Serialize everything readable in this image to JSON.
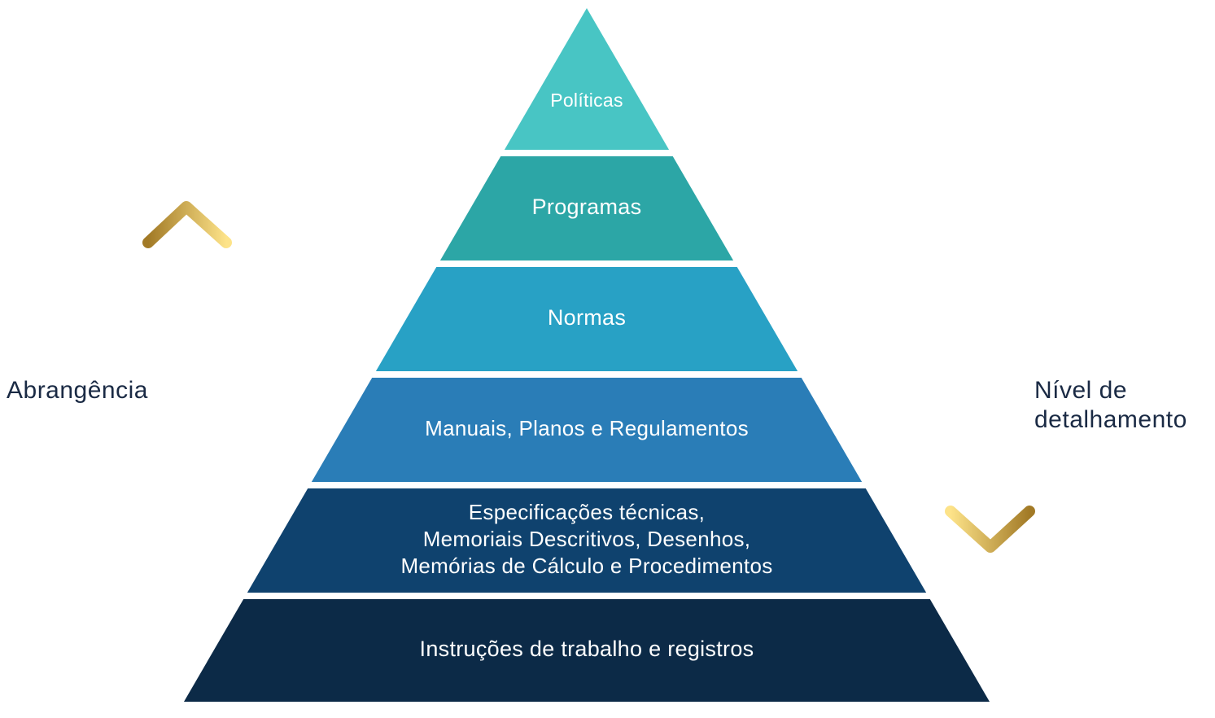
{
  "pyramid": {
    "tiers": [
      {
        "lines": [
          "Políticas"
        ],
        "color": "#48c5c4"
      },
      {
        "lines": [
          "Programas"
        ],
        "color": "#2ca6a6"
      },
      {
        "lines": [
          "Normas"
        ],
        "color": "#28a1c5"
      },
      {
        "lines": [
          "Manuais, Planos e Regulamentos"
        ],
        "color": "#2a7db7"
      },
      {
        "lines": [
          "Especificações técnicas,",
          "Memoriais Descritivos, Desenhos,",
          "Memórias de Cálculo e Procedimentos"
        ],
        "color": "#0f426e"
      },
      {
        "lines": [
          "Instruções de trabalho e registros"
        ],
        "color": "#0c2a47"
      }
    ]
  },
  "left_axis": {
    "label": "Abrangência",
    "direction": "up",
    "arrow_color_dark": "#a27a26",
    "arrow_color_light": "#fde389"
  },
  "right_axis": {
    "label_line1": "Nível de",
    "label_line2": "detalhamento",
    "direction": "down",
    "arrow_color_dark": "#a27a26",
    "arrow_color_light": "#fde389"
  }
}
